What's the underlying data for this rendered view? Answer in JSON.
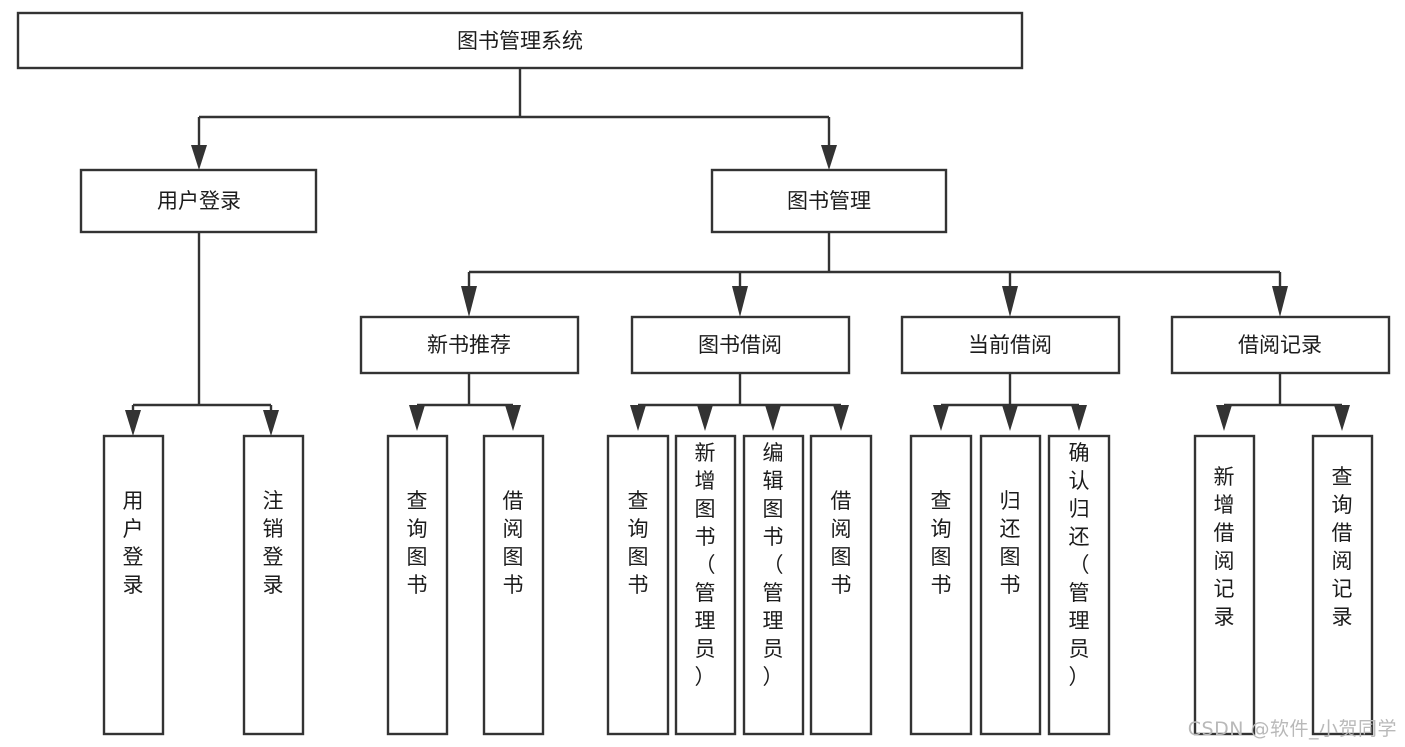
{
  "diagram": {
    "type": "tree",
    "orientation": "top-down",
    "title": "图书管理系统",
    "colors": {
      "background": "#ffffff",
      "box_stroke": "#333333",
      "box_fill": "#ffffff",
      "text": "#1c1c1c",
      "connector": "#333333",
      "watermark": "#b9b9b9"
    },
    "levels": {
      "root": {
        "label": "图书管理系统",
        "orientation": "horizontal"
      },
      "level2": [
        {
          "label": "用户登录",
          "orientation": "horizontal"
        },
        {
          "label": "图书管理",
          "orientation": "horizontal"
        }
      ],
      "level3": [
        {
          "label": "新书推荐",
          "orientation": "horizontal"
        },
        {
          "label": "图书借阅",
          "orientation": "horizontal"
        },
        {
          "label": "当前借阅",
          "orientation": "horizontal"
        },
        {
          "label": "借阅记录",
          "orientation": "horizontal"
        }
      ],
      "leaves": [
        {
          "label": "用户登录",
          "orientation": "vertical",
          "parent": "用户登录"
        },
        {
          "label": "注销登录",
          "orientation": "vertical",
          "parent": "用户登录"
        },
        {
          "label": "查询图书",
          "orientation": "vertical",
          "parent": "新书推荐"
        },
        {
          "label": "借阅图书",
          "orientation": "vertical",
          "parent": "新书推荐"
        },
        {
          "label": "查询图书",
          "orientation": "vertical",
          "parent": "图书借阅"
        },
        {
          "label": "新增图书（管理员）",
          "orientation": "vertical",
          "parent": "图书借阅"
        },
        {
          "label": "编辑图书（管理员）",
          "orientation": "vertical",
          "parent": "图书借阅"
        },
        {
          "label": "借阅图书",
          "orientation": "vertical",
          "parent": "图书借阅"
        },
        {
          "label": "查询图书",
          "orientation": "vertical",
          "parent": "当前借阅"
        },
        {
          "label": "归还图书",
          "orientation": "vertical",
          "parent": "当前借阅"
        },
        {
          "label": "确认归还（管理员）",
          "orientation": "vertical",
          "parent": "当前借阅"
        },
        {
          "label": "新增借阅记录",
          "orientation": "vertical",
          "parent": "借阅记录"
        },
        {
          "label": "查询借阅记录",
          "orientation": "vertical",
          "parent": "借阅记录"
        }
      ]
    }
  },
  "watermark": {
    "text": "CSDN @软件_小贺同学"
  }
}
